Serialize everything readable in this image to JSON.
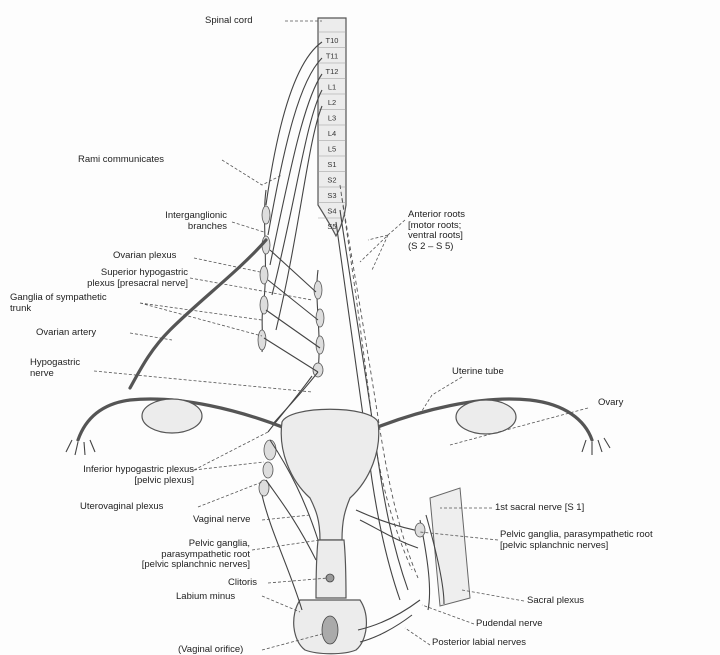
{
  "labels": {
    "spinal_cord": "Spinal cord",
    "rami_communicantes": "Rami communicates",
    "interganglionic_branches": [
      "Interganglionic",
      "branches"
    ],
    "ovarian_plexus": "Ovarian plexus",
    "superior_hypogastric_plexus": [
      "Superior hypogastric",
      "plexus [presacral nerve]"
    ],
    "ganglia_sympathetic_trunk": [
      "Ganglia of sympathetic",
      "trunk"
    ],
    "ovarian_artery": "Ovarian artery",
    "hypogastric_nerve": [
      "Hypogastric",
      "nerve"
    ],
    "anterior_roots": [
      "Anterior roots",
      "[motor roots;",
      "ventral roots]",
      "(S 2 – S 5)"
    ],
    "uterine_tube": "Uterine tube",
    "ovary": "Ovary",
    "inferior_hypogastric_plexus": [
      "Inferior hypogastric plexus",
      "[pelvic plexus]"
    ],
    "uterovaginal_plexus": "Uterovaginal plexus",
    "vaginal_nerve": "Vaginal nerve",
    "pelvic_ganglia_left": [
      "Pelvic ganglia,",
      "parasympathetic root",
      "[pelvic splanchnic nerves]"
    ],
    "clitoris": "Clitoris",
    "labium_minus": "Labium minus",
    "vaginal_orifice": "(Vaginal orifice)",
    "first_sacral_nerve": "1st sacral nerve [S 1]",
    "pelvic_ganglia_right": [
      "Pelvic ganglia, parasympathetic root",
      "[pelvic splanchnic nerves]"
    ],
    "sacral_plexus": "Sacral plexus",
    "pudendal_nerve": "Pudendal nerve",
    "posterior_labial_nerves": "Posterior labial nerves"
  },
  "segments": [
    "T10",
    "T11",
    "T12",
    "L1",
    "L2",
    "L3",
    "L4",
    "L5",
    "S1",
    "S2",
    "S3",
    "S4",
    "S5"
  ]
}
